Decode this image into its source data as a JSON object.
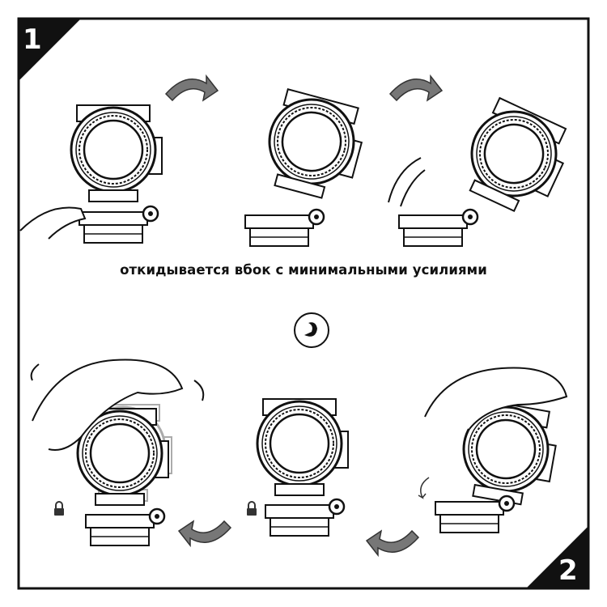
{
  "caption": "откидывается вбок с минимальными усилиями",
  "steps": [
    "1",
    "2"
  ],
  "colors": {
    "line": "#111111",
    "background": "#ffffff"
  },
  "icons": [
    "rotate-arrow-icon",
    "rotation-symbol-icon",
    "lock-icon"
  ]
}
